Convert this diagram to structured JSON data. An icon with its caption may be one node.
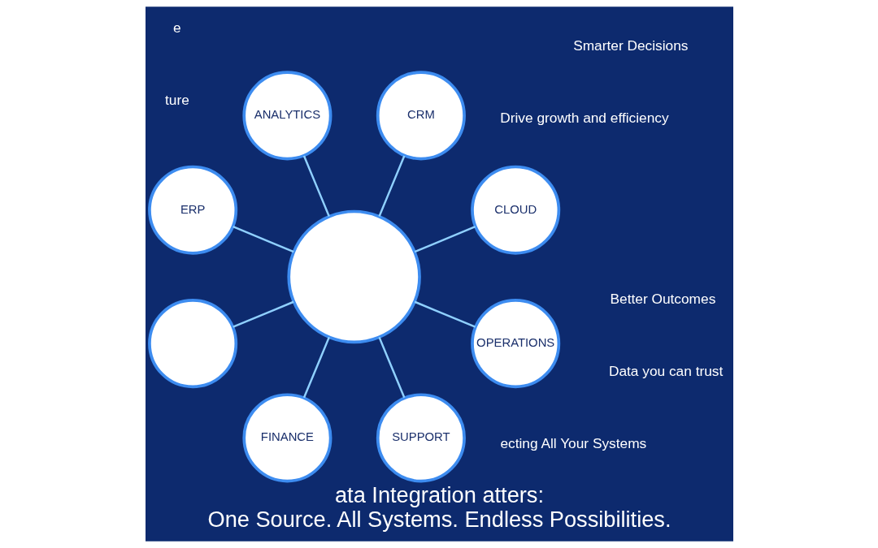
{
  "diagram": {
    "title": "ata Integration atters:",
    "caption": "One Source. All Systems. Endless Possibilities.",
    "nodes": [
      {
        "text": [
          "CLOUD"
        ]
      },
      {
        "text": [
          "CRM"
        ]
      },
      {
        "text": [
          "ANALYTICS"
        ]
      },
      {
        "text": [
          "ERP"
        ]
      },
      {
        "text": [],
        "shape": "circle"
      },
      {
        "text": [],
        "shape": "circle"
      },
      {
        "text": [
          "FINANCE"
        ]
      },
      {
        "text": [
          "SUPPORT"
        ]
      },
      {
        "text": [
          "OPERATIONS"
        ]
      }
    ],
    "edges": [
      {
        "from": 4,
        "to": 0,
        "arrow": "none"
      },
      {
        "from": 4,
        "to": 1,
        "arrow": "none"
      },
      {
        "from": 4,
        "to": 2,
        "arrow": "none"
      },
      {
        "from": 4,
        "to": 3,
        "arrow": "none"
      },
      {
        "from": 4,
        "to": 5,
        "arrow": "none"
      },
      {
        "from": 4,
        "to": 6,
        "arrow": "none"
      },
      {
        "from": 4,
        "to": 7,
        "arrow": "none"
      },
      {
        "from": 4,
        "to": 8,
        "arrow": "none"
      }
    ],
    "labels": [
      "ecting All Your Systems",
      "e",
      "ture",
      "Smarter Decisions",
      "Data you can trust",
      "Better Outcomes",
      "Drive growth and efficiency"
    ]
  }
}
